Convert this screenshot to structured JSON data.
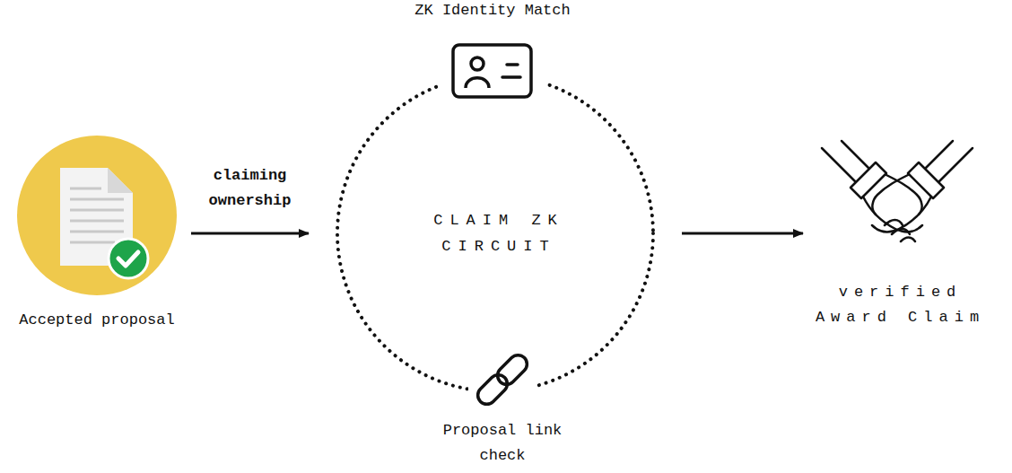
{
  "diagram": {
    "nodes": [
      {
        "text": [
          "Accepted proposal"
        ]
      },
      {
        "text": [
          "CLAIM ZK CIRCUIT"
        ]
      },
      {
        "text": [
          "ZK Identity Match"
        ]
      },
      {
        "text": [
          "Proposal link check"
        ]
      },
      {
        "text": [
          "verified Award Claim"
        ]
      }
    ],
    "edges": [
      {
        "from": 0,
        "to": 1,
        "label": "claiming ownership",
        "arrow": "to"
      },
      {
        "from": 1,
        "to": 4,
        "arrow": "to"
      }
    ]
  }
}
